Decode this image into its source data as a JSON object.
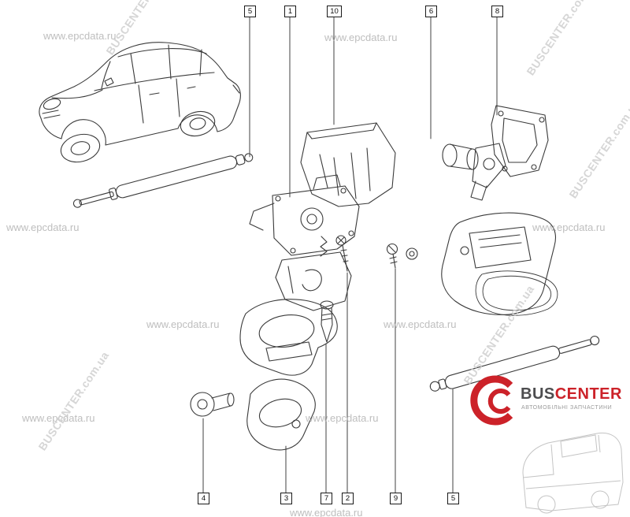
{
  "callouts": {
    "top": [
      {
        "label": "5"
      },
      {
        "label": "1"
      },
      {
        "label": "10"
      },
      {
        "label": "6"
      },
      {
        "label": "8"
      }
    ],
    "bottom": [
      {
        "label": "4"
      },
      {
        "label": "3"
      },
      {
        "label": "7"
      },
      {
        "label": "2"
      },
      {
        "label": "9"
      },
      {
        "label": "5"
      }
    ]
  },
  "watermarks": {
    "epcdata_text": "www.epcdata.ru",
    "buscenter_text": "BUSCENTER.com.ua"
  },
  "logo": {
    "brand_bus": "BUS",
    "brand_center": "CENTER",
    "tagline": "АВТОМОБІЛЬНІ ЗАПЧАСТИНИ",
    "accent_color": "#cc2229"
  },
  "colors": {
    "line_art": "#3a3a3a",
    "watermark_gray": "#b3b3b3",
    "watermark_light": "#cfcfcf"
  }
}
